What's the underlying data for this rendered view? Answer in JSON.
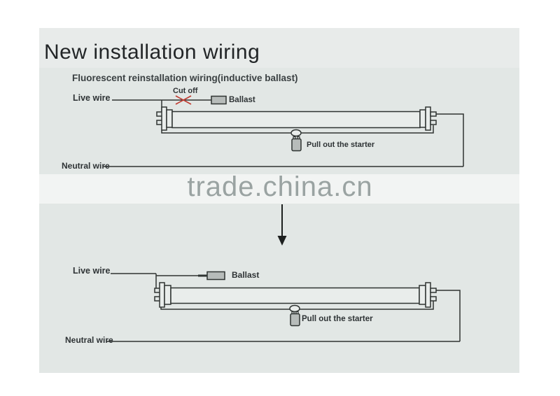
{
  "page": {
    "title": "New installation wiring",
    "subtitle": "Fluorescent reinstallation wiring(inductive ballast)",
    "watermark": "trade.china.cn"
  },
  "colors": {
    "panel": "#e2e7e5",
    "line": "#2f3432",
    "cut_mark_red": "#c03a30",
    "component_fill": "#b7bcba",
    "tube_fill": "#e9edeb",
    "watermark_text": "#9aa3a2",
    "title_text": "#222527",
    "label_text": "#2e3335"
  },
  "diagram_top": {
    "labels": {
      "live_wire": "Live wire",
      "cut_off": "Cut off",
      "ballast": "Ballast",
      "starter": "Pull out the starter",
      "neutral_wire": "Neutral wire"
    }
  },
  "diagram_bottom": {
    "labels": {
      "live_wire": "Live wire",
      "ballast": "Ballast",
      "starter": "Pull out the starter",
      "neutral_wire": "Neutral wire"
    }
  }
}
